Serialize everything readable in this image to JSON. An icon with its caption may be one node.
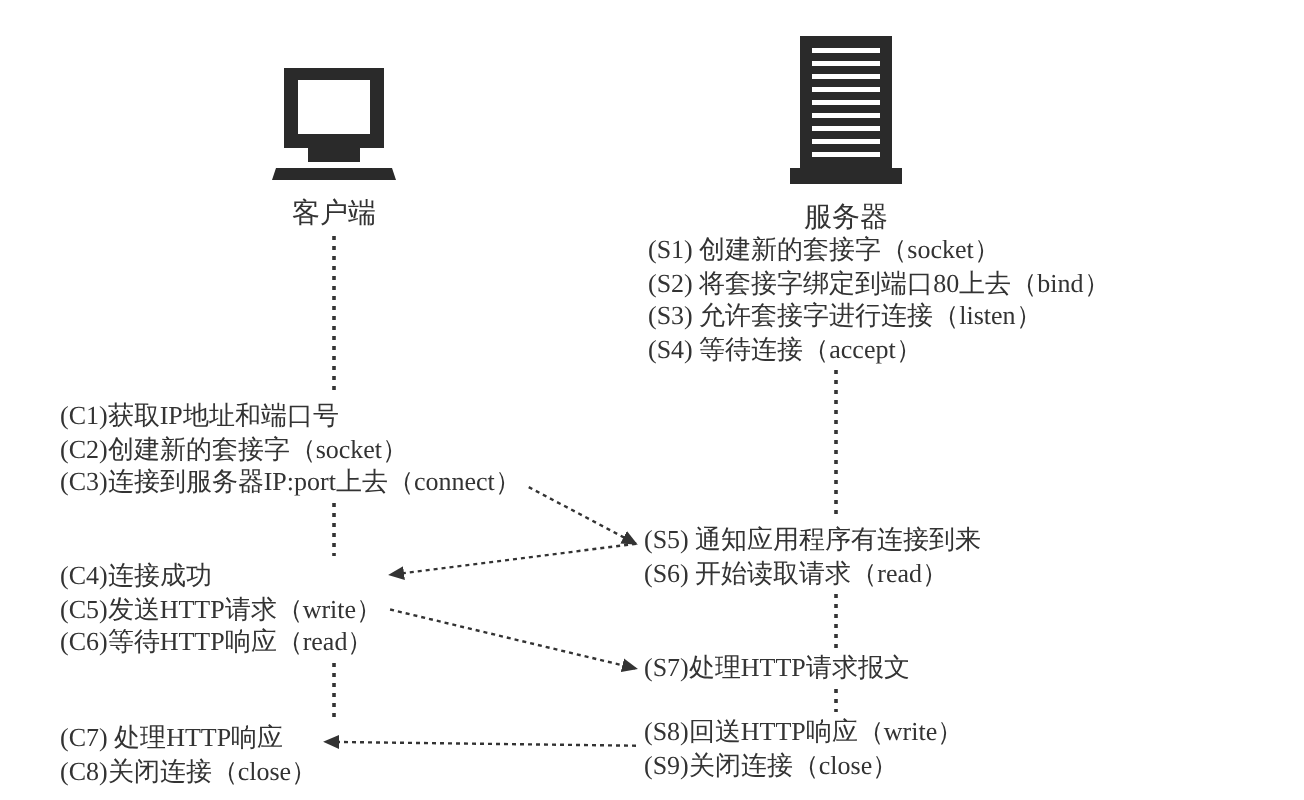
{
  "diagram": {
    "nodes": [
      {
        "text": [
          "客户端"
        ]
      },
      {
        "text": [
          "服务器"
        ]
      },
      {
        "text": [
          "(S1) 创建新的套接字（socket）",
          "(S2) 将套接字绑定到端口80上去（bind）",
          "(S3) 允许套接字进行连接（listen）",
          "(S4) 等待连接（accept）"
        ]
      },
      {
        "text": [
          "(C1)获取IP地址和端口号",
          "(C2)创建新的套接字（socket）",
          "(C3)连接到服务器IP:port上去（connect）"
        ]
      },
      {
        "text": [
          "(S5) 通知应用程序有连接到来",
          "(S6) 开始读取请求（read）"
        ]
      },
      {
        "text": [
          "(C4)连接成功",
          "(C5)发送HTTP请求（write）",
          "(C6)等待HTTP响应（read）"
        ]
      },
      {
        "text": [
          "(S7)处理HTTP请求报文"
        ]
      },
      {
        "text": [
          "(S8)回送HTTP响应（write）",
          "(S9)关闭连接（close）"
        ]
      },
      {
        "text": [
          "(C7) 处理HTTP响应",
          "(C8)关闭连接（close）"
        ]
      }
    ],
    "edges": [
      {
        "from": 3,
        "to": 4,
        "arrow": "to"
      },
      {
        "from": 4,
        "to": 5,
        "arrow": "to"
      },
      {
        "from": 5,
        "to": 6,
        "arrow": "to"
      },
      {
        "from": 7,
        "to": 8,
        "arrow": "to"
      },
      {
        "from": 0,
        "to": 3,
        "arrow": "none"
      },
      {
        "from": 3,
        "to": 5,
        "arrow": "none"
      },
      {
        "from": 5,
        "to": 8,
        "arrow": "none"
      },
      {
        "from": 2,
        "to": 4,
        "arrow": "none"
      },
      {
        "from": 4,
        "to": 6,
        "arrow": "none"
      },
      {
        "from": 6,
        "to": 7,
        "arrow": "none"
      }
    ]
  }
}
